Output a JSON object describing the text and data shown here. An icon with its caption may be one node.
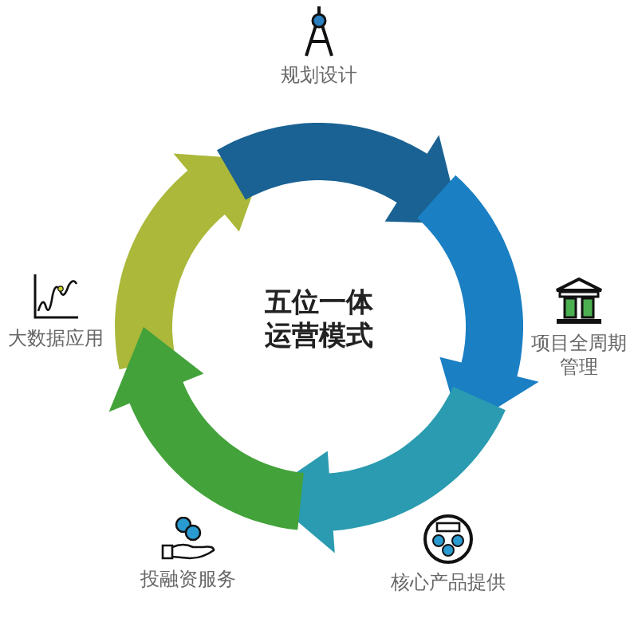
{
  "diagram": {
    "nodes": [
      {
        "text": [
          "五位一体运营模式"
        ]
      },
      {
        "text": [
          "规划设计"
        ]
      },
      {
        "text": [
          "项目全周期管理"
        ]
      },
      {
        "text": [
          "核心产品提供"
        ]
      },
      {
        "text": [
          "投融资服务"
        ]
      },
      {
        "text": [
          "大数据应用"
        ]
      }
    ]
  }
}
